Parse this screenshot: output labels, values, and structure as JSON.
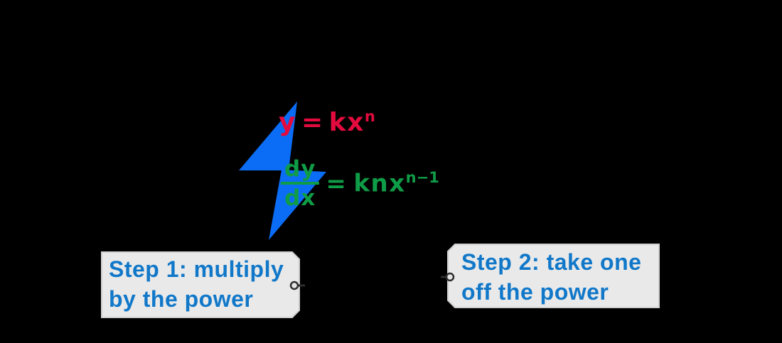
{
  "figure": {
    "title_hint": "power rule differentiation steps",
    "equations": {
      "original": {
        "lhs": "y",
        "eq": "=",
        "base": "kx",
        "sup": "n"
      },
      "derivative": {
        "num": "dy",
        "den": "dx",
        "eq": "=",
        "base": "knx",
        "sup": "n−1"
      }
    },
    "steps": [
      {
        "line1": "Step 1: multiply",
        "line2": "by the power"
      },
      {
        "line1": "Step 2: take one",
        "line2": "off the power"
      }
    ],
    "icons": {
      "bolt": "lightning-bolt-icon"
    }
  },
  "colors": {
    "background": "#000000",
    "bolt_blue": "#0b6cf5",
    "equation_red": "#e30b3e",
    "equation_green": "#0f9c47",
    "step_text_blue": "#1178c9",
    "tag_fill": "#e9e9e9",
    "tag_border": "#cfcfcf",
    "connector_dark": "#2e2e2e",
    "connector_fill": "#e3e3e3"
  }
}
